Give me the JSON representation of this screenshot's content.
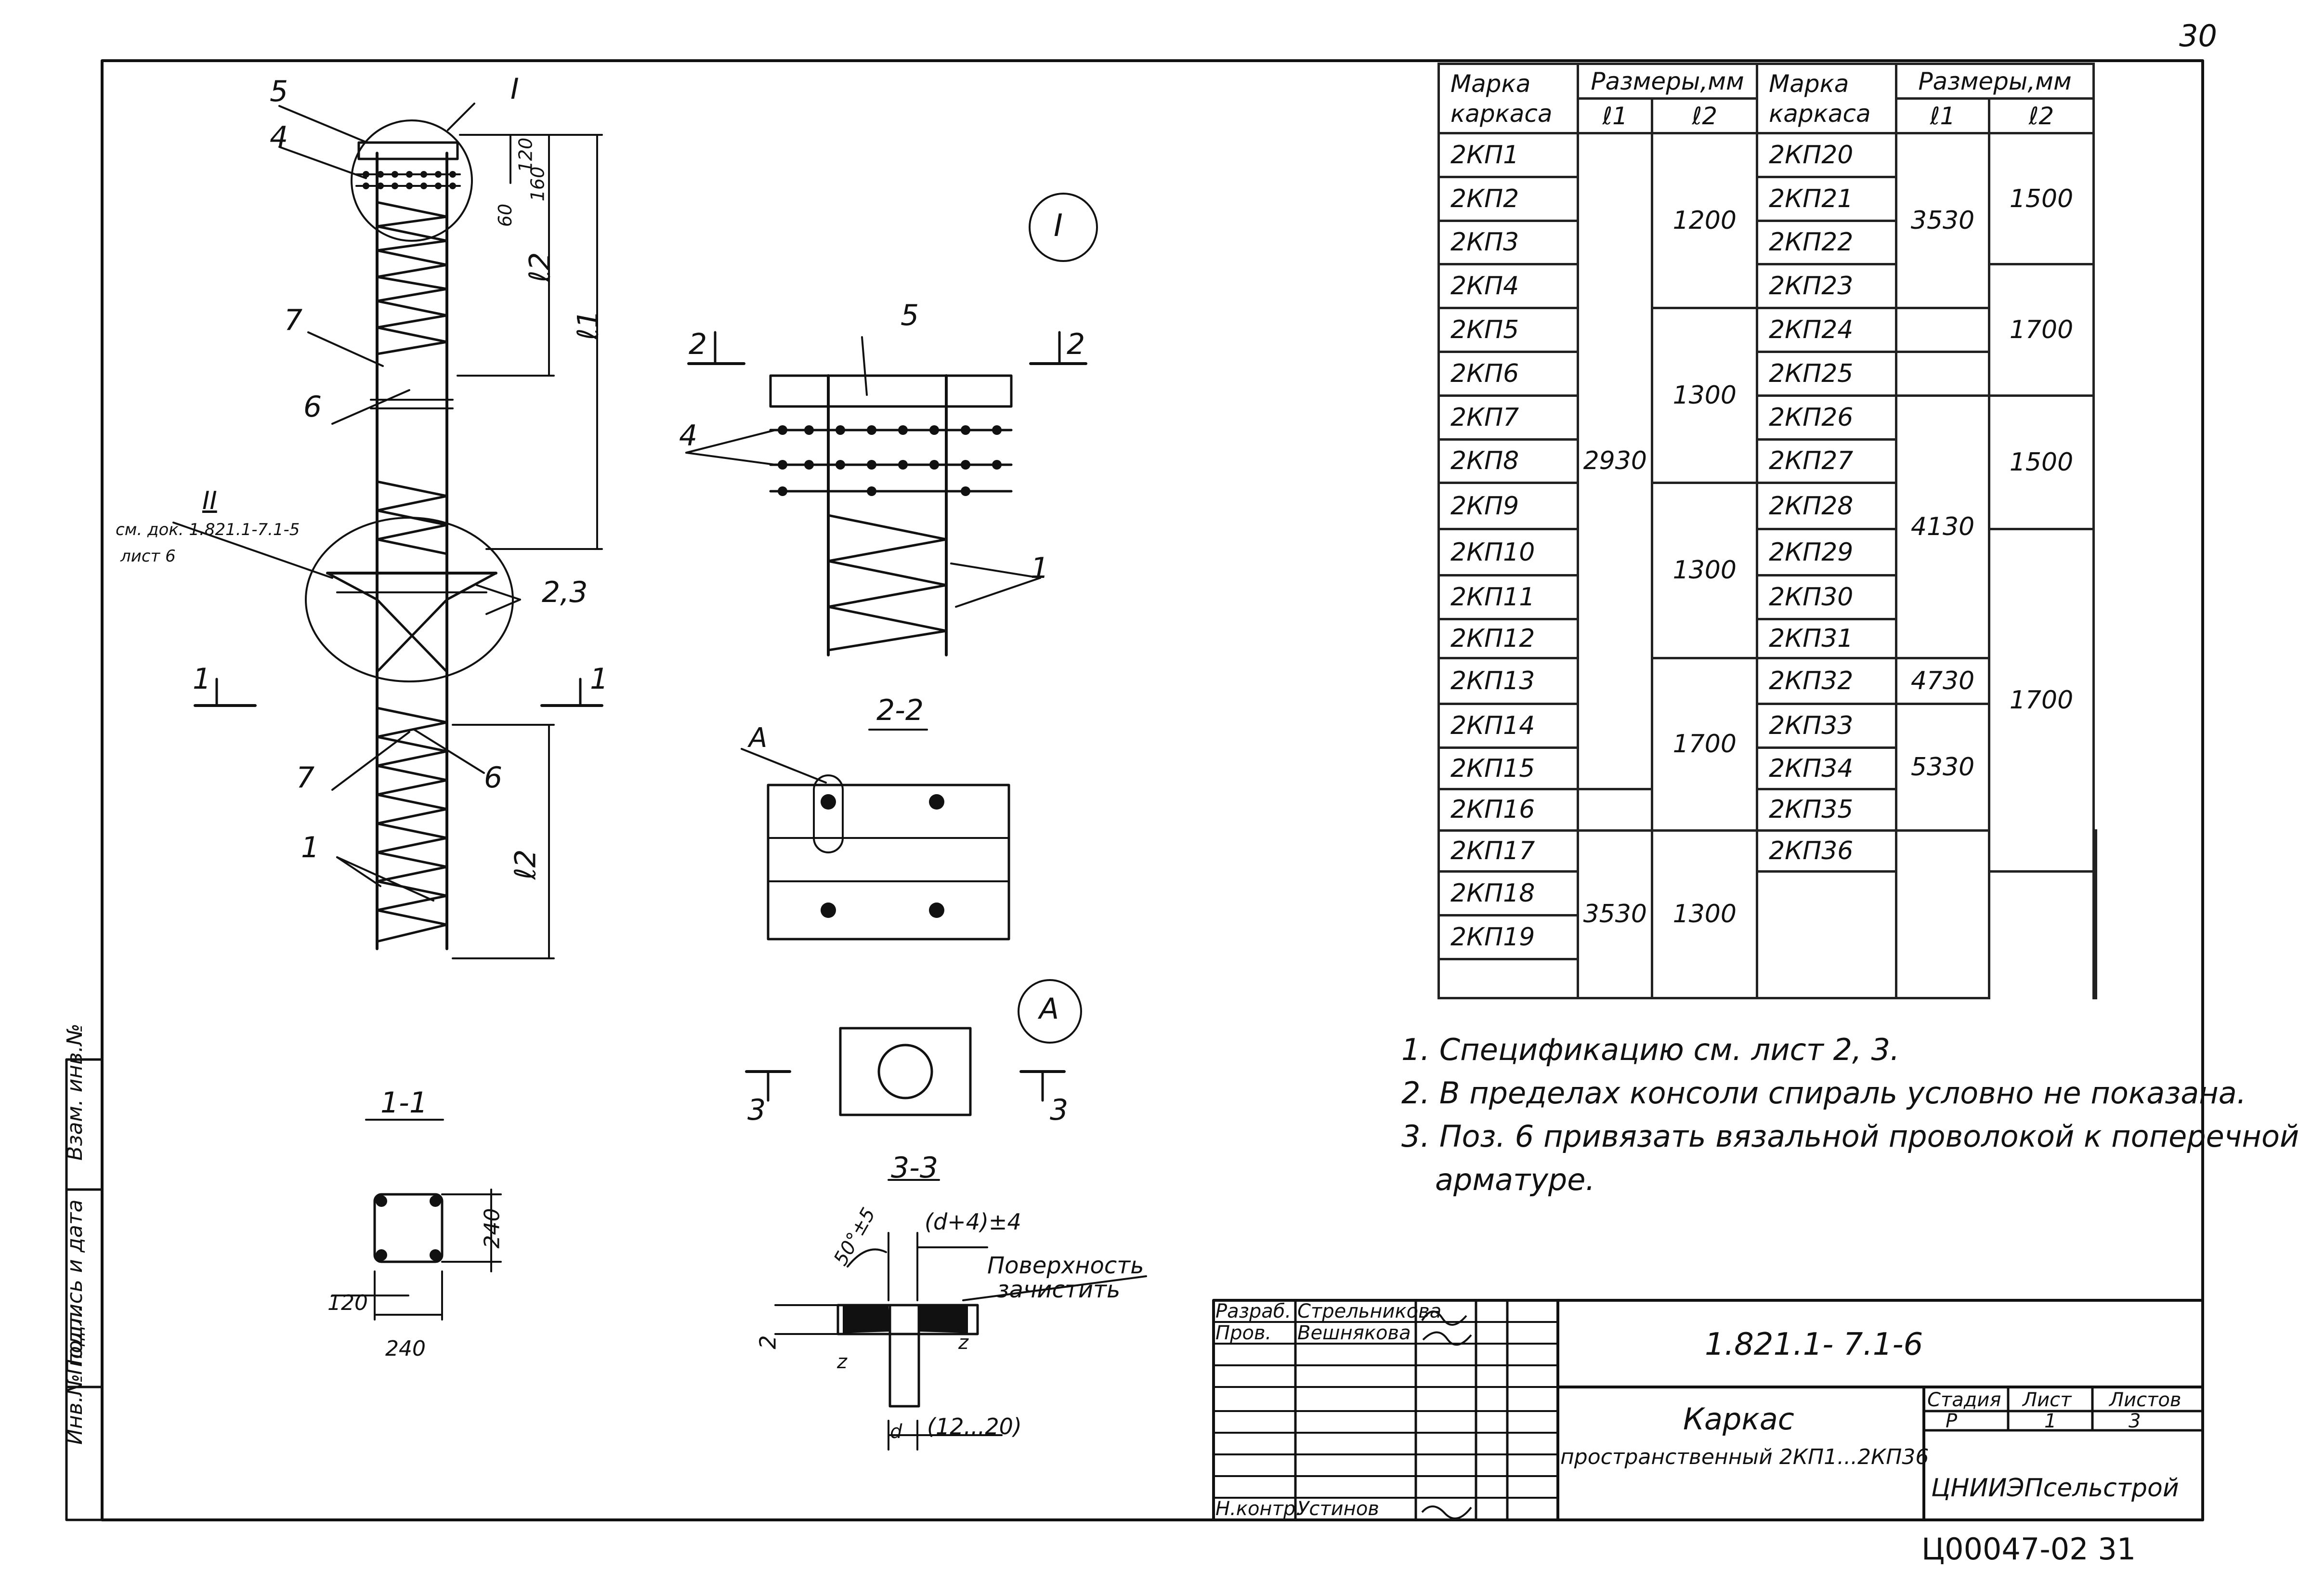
{
  "page_number": "30",
  "archive_number": "Ц00047-02  31",
  "callouts": {
    "detail_I": "I",
    "detail_A": "A",
    "detail_II": "II",
    "detail_II_ref_line1": "см. док. 1.821.1-7.1-5",
    "detail_II_ref_line2": "лист 6",
    "pos_1": "1",
    "pos_2_3": "2,3",
    "pos_4": "4",
    "pos_5": "5",
    "pos_6": "6",
    "pos_7": "7",
    "cut_1": "1",
    "cut_2": "2",
    "cut_3": "3",
    "section_1_1": "1-1",
    "section_2_2": "2-2",
    "section_3_3": "3-3",
    "dim_l1": "ℓ1",
    "dim_l2": "ℓ2",
    "dim_120": "120",
    "dim_160": "160",
    "dim_60": "60",
    "dim_240": "240",
    "weld_angle": "50°±5",
    "weld_gap": "(d+4)±4",
    "weld_depth": "(12...20)",
    "weld_2": "2",
    "weld_z": "z",
    "weld_d": "d",
    "surface_note_line1": "Поверхность",
    "surface_note_line2": "зачистить"
  },
  "table": {
    "header_mark": "Марка каркаса",
    "header_sizes": "Размеры,мм",
    "header_l1": "ℓ1",
    "header_l2": "ℓ2",
    "left_marks": [
      "2КП1",
      "2КП2",
      "2КП3",
      "2КП4",
      "2КП5",
      "2КП6",
      "2КП7",
      "2КП8",
      "2КП9",
      "2КП10",
      "2КП11",
      "2КП12",
      "2КП13",
      "2КП14",
      "2КП15",
      "2КП16",
      "2КП17",
      "2КП18",
      "2КП19"
    ],
    "right_marks": [
      "2КП20",
      "2КП21",
      "2КП22",
      "2КП23",
      "2КП24",
      "2КП25",
      "2КП26",
      "2КП27",
      "2КП28",
      "2КП29",
      "2КП30",
      "2КП31",
      "2КП32",
      "2КП33",
      "2КП34",
      "2КП35",
      "2КП36"
    ],
    "left_l1": [
      "2930",
      "3530"
    ],
    "left_l2": [
      "1200",
      "1300",
      "1300",
      "1700",
      "1300"
    ],
    "right_l1": [
      "3530",
      "4130",
      "4730",
      "5330"
    ],
    "right_l2": [
      "1500",
      "1700",
      "1500",
      "1700"
    ]
  },
  "notes": [
    "1. Спецификацию  см. лист 2, 3.",
    "2. В пределах консоли спираль условно не показана.",
    "3. Поз. 6 привязать вязальной проволокой к поперечной",
    "арматуре."
  ],
  "side_stamp": {
    "inv_podl": "Инв.№ подл.",
    "podpis_data": "Подпись и дата",
    "vzam_inv": "Взам. инв.№"
  },
  "title_block": {
    "designation": "1.821.1- 7.1-6",
    "title_line1": "Каркас",
    "title_line2": "пространственный 2КП1...2КП36",
    "stage_label": "Стадия",
    "sheet_label": "Лист",
    "sheets_label": "Листов",
    "stage": "Р",
    "sheet": "1",
    "sheets": "3",
    "organization": "ЦНИИЭПсельстрой",
    "roles": [
      {
        "role": "Разраб.",
        "name": "Стрельникова"
      },
      {
        "role": "Пров.",
        "name": "Вешнякова"
      },
      {
        "role": "Н.контр.",
        "name": "Устинов"
      }
    ]
  }
}
